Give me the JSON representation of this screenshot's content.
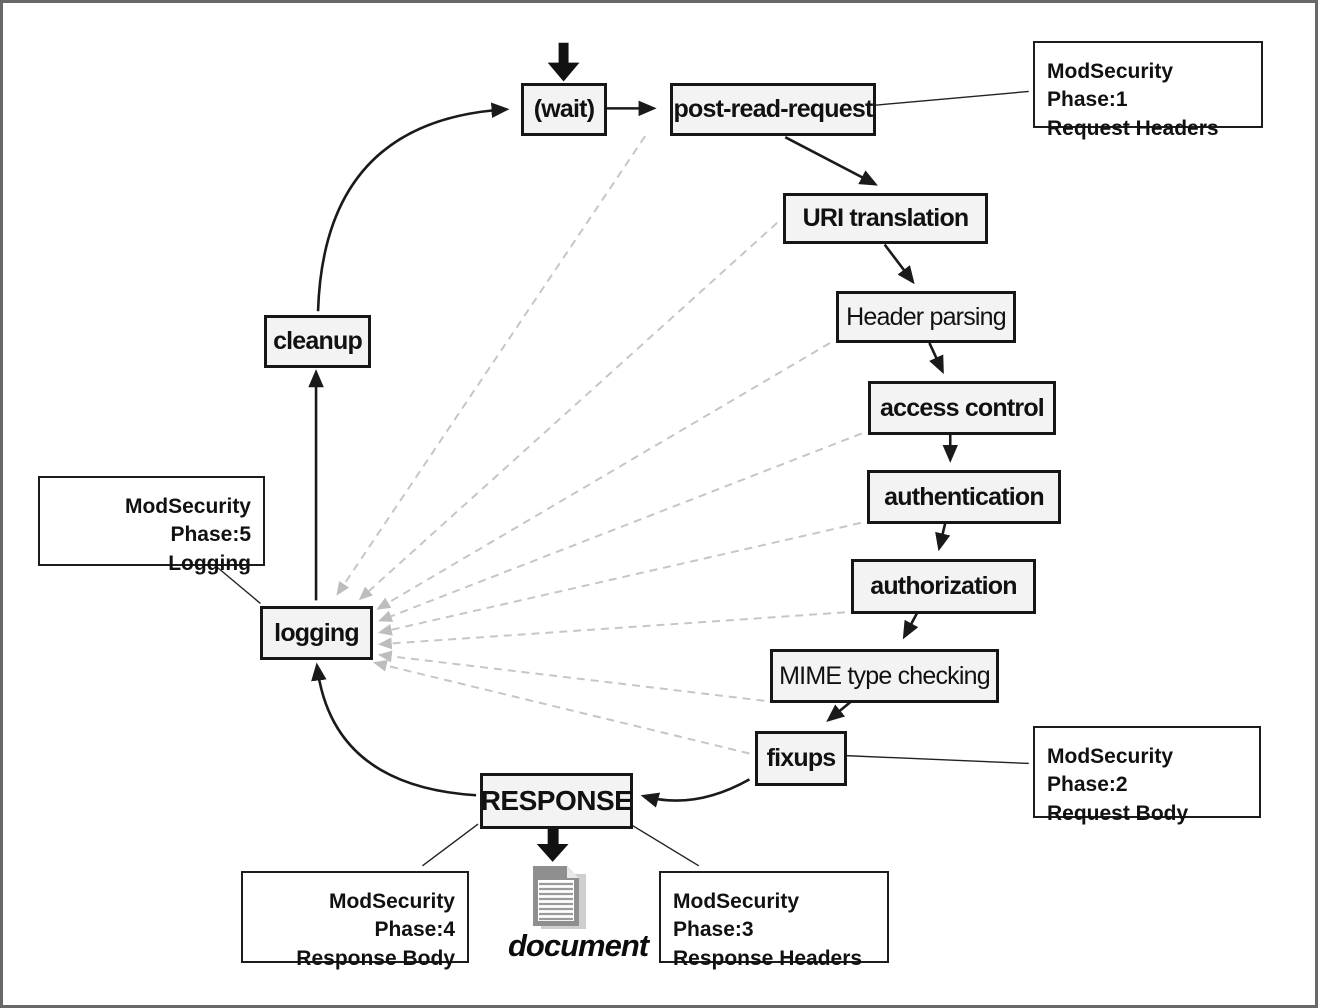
{
  "nodes": {
    "wait": {
      "label": "(wait)"
    },
    "post_read_request": {
      "label": "post-read-request"
    },
    "uri_translation": {
      "label": "URI translation"
    },
    "header_parsing": {
      "label": "Header parsing"
    },
    "access_control": {
      "label": "access control"
    },
    "authentication": {
      "label": "authentication"
    },
    "authorization": {
      "label": "authorization"
    },
    "mime_type_checking": {
      "label": "MIME type checking"
    },
    "fixups": {
      "label": "fixups"
    },
    "response": {
      "label": "RESPONSE"
    },
    "logging": {
      "label": "logging"
    },
    "cleanup": {
      "label": "cleanup"
    },
    "document": {
      "label": "document"
    }
  },
  "callouts": {
    "phase1": {
      "line1": "ModSecurity Phase:1",
      "line2": "Request Headers"
    },
    "phase2": {
      "line1": "ModSecurity Phase:2",
      "line2": "Request Body"
    },
    "phase3": {
      "line1": "ModSecurity Phase:3",
      "line2": "Response Headers"
    },
    "phase4": {
      "line1": "ModSecurity Phase:4",
      "line2": "Response Body"
    },
    "phase5": {
      "line1": "ModSecurity Phase:5",
      "line2": "Logging"
    }
  },
  "colors": {
    "node_fill": "#f3f3f3",
    "node_border": "#161616",
    "flow_arrow": "#1a1a1a",
    "dashed_arrow": "#c6c6c6",
    "frame_border": "#686868",
    "document_page": "#8f8f8f",
    "document_shadow": "#cfcfcf"
  }
}
